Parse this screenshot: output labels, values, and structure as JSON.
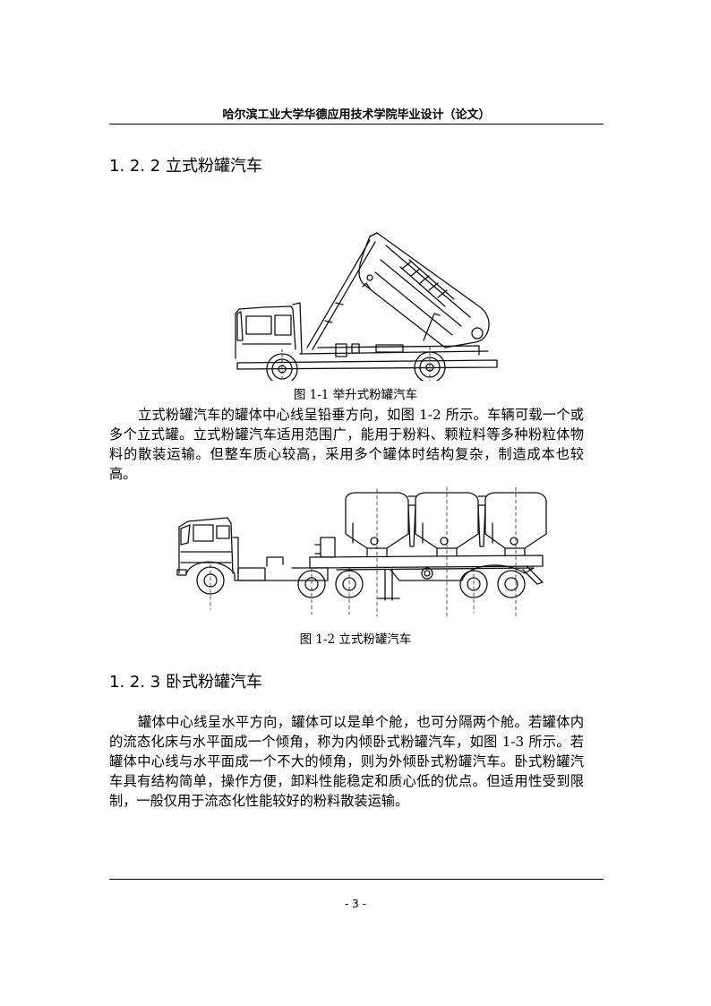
{
  "header": {
    "title": "哈尔滨工业大学华德应用技术学院毕业设计（论文）"
  },
  "sections": [
    {
      "heading": "1. 2. 2 立式粉罐汽车",
      "figure": {
        "icon": "lift-type-powder-tanker-drawing",
        "caption": "图 1-1  举升式粉罐汽车"
      },
      "paragraph": "立式粉罐汽车的罐体中心线呈铅垂方向，如图 1-2 所示。车辆可载一个或多个立式罐。立式粉罐汽车适用范围广，能用于粉料、颗粒料等多种粉粒体物料的散装运输。但整车质心较高，采用多个罐体时结构复杂，制造成本也较高。",
      "figure2": {
        "icon": "vertical-powder-tanker-semitrailer-drawing",
        "caption": "图 1-2  立式粉罐汽车"
      }
    },
    {
      "heading": "1. 2. 3 卧式粉罐汽车",
      "paragraph": "罐体中心线呈水平方向，罐体可以是单个舱，也可分隔两个舱。若罐体内的流态化床与水平面成一个倾角，称为内倾卧式粉罐汽车，如图 1-3 所示。若罐体中心线与水平面成一个不大的倾角，则为外倾卧式粉罐汽车。卧式粉罐汽车具有结构简单，操作方便，卸料性能稳定和质心低的优点。但适用性受到限制，一般仅用于流态化性能较好的粉料散装运输。"
    }
  ],
  "footer": {
    "page_number": "- 3 -"
  }
}
